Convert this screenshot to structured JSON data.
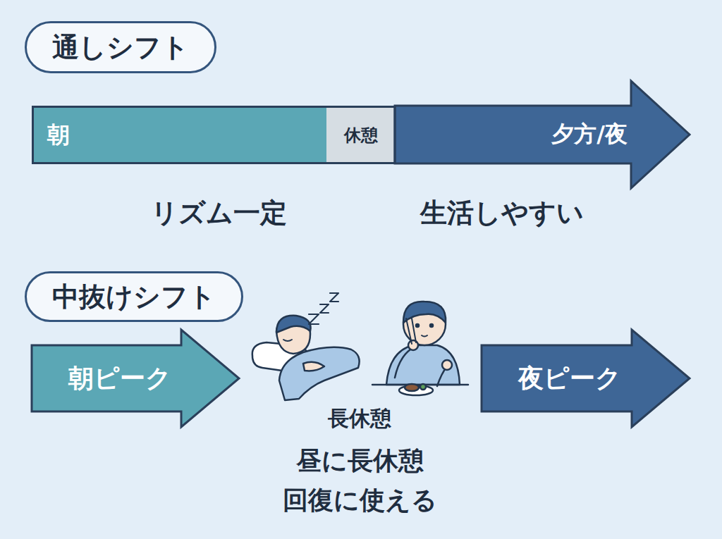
{
  "diagram": {
    "nodes": [
      {
        "text": [
          "通しシフト"
        ]
      },
      {
        "text": [
          "朝"
        ]
      },
      {
        "text": [
          "休憩"
        ]
      },
      {
        "text": [
          "夕方/夜"
        ]
      },
      {
        "text": [
          "中抜けシフト"
        ]
      },
      {
        "text": [
          "朝ピーク"
        ]
      },
      {
        "text": [
          "夜ピーク"
        ]
      }
    ],
    "labels": [
      "リズム一定",
      "生活しやすい",
      "長休憩",
      "昼に長休憩",
      "回復に使える"
    ]
  }
}
